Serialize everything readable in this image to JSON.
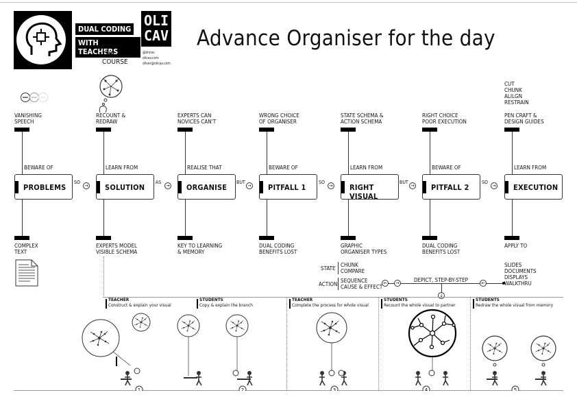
{
  "header": {
    "logo_line1": "DUAL CODING",
    "logo_line2": "WITH TEACHERS",
    "logo_line3": "THE COURSE",
    "brand_top": "OLI",
    "brand_bottom": "CAV",
    "handle": "@olicav",
    "website": "olicav.com",
    "email": "oliver@olicav.com",
    "title": "Advance Organiser for the day"
  },
  "columns": [
    {
      "id": "problems",
      "top": "VANISHING\nSPEECH",
      "rel": "BEWARE OF",
      "box": "PROBLEMS",
      "bottom": "COMPLEX\nTEXT"
    },
    {
      "id": "solution",
      "top": "RECOUNT &\nREDRAW",
      "rel": "LEARN FROM",
      "box": "SOLUTION",
      "bottom": "EXPERTS MODEL\nVISIBLE SCHEMA"
    },
    {
      "id": "organise",
      "top": "EXPERTS CAN\nNOVICES CAN'T",
      "rel": "REALISE THAT",
      "box": "ORGANISE",
      "bottom": "KEY TO LEARNING\n& MEMORY"
    },
    {
      "id": "pitfall1",
      "top": "WRONG CHOICE\nOF ORGANISER",
      "rel": "BEWARE OF",
      "box": "PITFALL 1",
      "bottom": "DUAL CODING\nBENEFITS LOST"
    },
    {
      "id": "rightvisual",
      "top": "STATE SCHEMA &\nACTION SCHEMA",
      "rel": "LEARN FROM",
      "box": "RIGHT VISUAL",
      "bottom": "GRAPHIC\nORGANISER TYPES"
    },
    {
      "id": "pitfall2",
      "top": "RIGHT CHOICE\nPOOR EXECUTION",
      "rel": "BEWARE OF",
      "box": "PITFALL 2",
      "bottom": "DUAL CODING\nBENEFITS LOST"
    },
    {
      "id": "execution",
      "top": "PEN CRAFT &\nDESIGN GUIDES",
      "rel": "LEARN FROM",
      "box": "EXECUTION",
      "bottom": "APPLY TO"
    }
  ],
  "connectors": [
    "SO",
    "AS",
    "BUT",
    "SO",
    "BUT",
    "SO"
  ],
  "execution_extra_top": "CUT\nCHUNK\nALILGN\nRESTRAIN",
  "execution_extra_bottom": "SLIDES\nDOCUMENTS\nDISPLAYS\nWALKTHRU",
  "organiser_types": {
    "state_label": "STATE",
    "state_items": "CHUNK\nCOMPARE",
    "action_label": "ACTION",
    "action_items": "SEQUENCE\nCAUSE & EFFECT"
  },
  "depict_label": "DEPICT, STEP-BY-STEP",
  "panels": [
    {
      "role": "TEACHER",
      "text": "Construct & explain your visual",
      "num": "1"
    },
    {
      "role": "STUDENTS",
      "text": "Copy & explain the branch",
      "num": "2"
    },
    {
      "role": "TEACHER",
      "text": "Complete the process for whole visual",
      "num": "3"
    },
    {
      "role": "STUDENTS",
      "text": "Recount the whole visual to partner",
      "num": "4"
    },
    {
      "role": "STUDENTS",
      "text": "Redraw the whole visual from memory",
      "num": "5"
    }
  ]
}
